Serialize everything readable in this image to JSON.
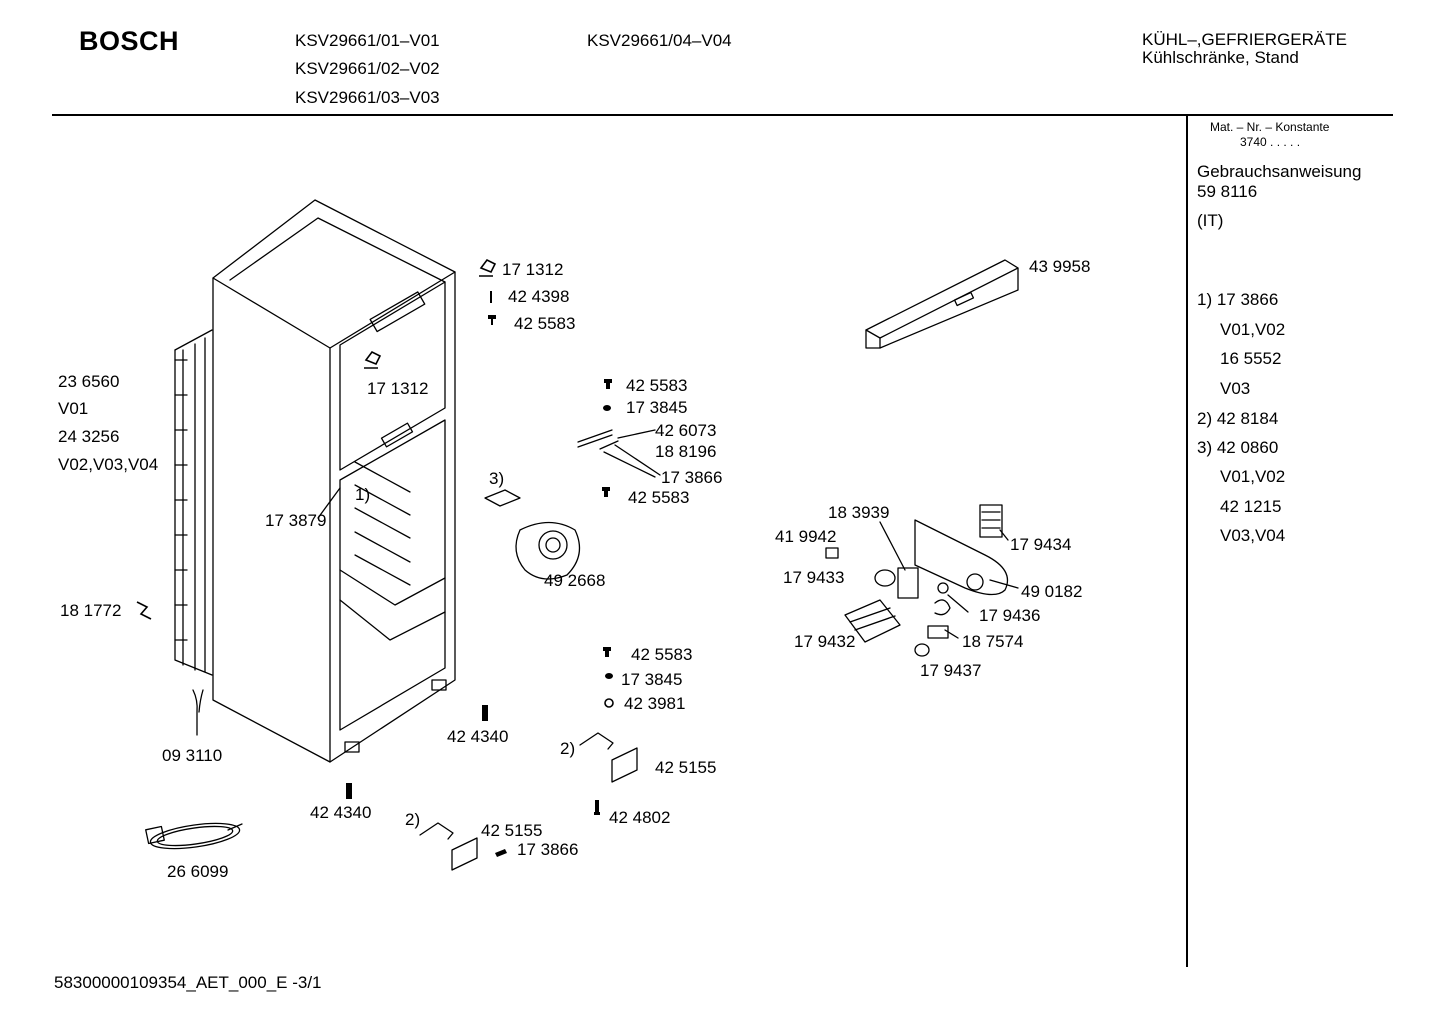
{
  "header": {
    "brand": "BOSCH",
    "models_col1": [
      "KSV29661/01–V01",
      "KSV29661/02–V02",
      "KSV29661/03–V03"
    ],
    "models_col2": [
      "KSV29661/04–V04"
    ],
    "category_line1": "KÜHL–,GEFRIERGERÄTE",
    "category_line2": "Kühlschränke, Stand"
  },
  "sidebar": {
    "mat_label": "Mat. – Nr. – Konstante",
    "mat_value": "3740 . . . . .",
    "manual_label": "Gebrauchsanweisung",
    "manual_number": "59 8116",
    "manual_lang": "(IT)",
    "notes": [
      "1) 17 3866",
      "V01,V02",
      "16 5552",
      "V03",
      "2) 42 8184",
      "3) 42 0860",
      "V01,V02",
      "42 1215",
      "V03,V04"
    ]
  },
  "parts": {
    "p1": "17 1312",
    "p2": "42 4398",
    "p3": "42 5583",
    "p4": "43 9958",
    "p5": "23 6560",
    "p6": "V01",
    "p7": "24 3256",
    "p8": "V02,V03,V04",
    "p9": "17 1312",
    "p10": "42 5583",
    "p11": "17 3845",
    "p12": "42 6073",
    "p13": "18 8196",
    "p14": "17 3866",
    "p15": "42 5583",
    "p16": "3)",
    "p17": "1)",
    "p18": "17 3879",
    "p19": "49 2668",
    "p20": "18 3939",
    "p21": "41 9942",
    "p22": "17 9434",
    "p23": "17 9433",
    "p24": "49 0182",
    "p25": "17 9436",
    "p26": "18 7574",
    "p27": "17 9432",
    "p28": "17 9437",
    "p29": "18 1772",
    "p30": "42 5583",
    "p31": "17 3845",
    "p32": "42 3981",
    "p33": "42 4340",
    "p34": "2)",
    "p35": "42 5155",
    "p36": "09 3110",
    "p37": "42 4340",
    "p38": "42 4802",
    "p39": "2)",
    "p40": "42 5155",
    "p41": "17 3866",
    "p42": "26 6099"
  },
  "footer": {
    "doc_code": "58300000109354_AET_000_E -3/1"
  }
}
